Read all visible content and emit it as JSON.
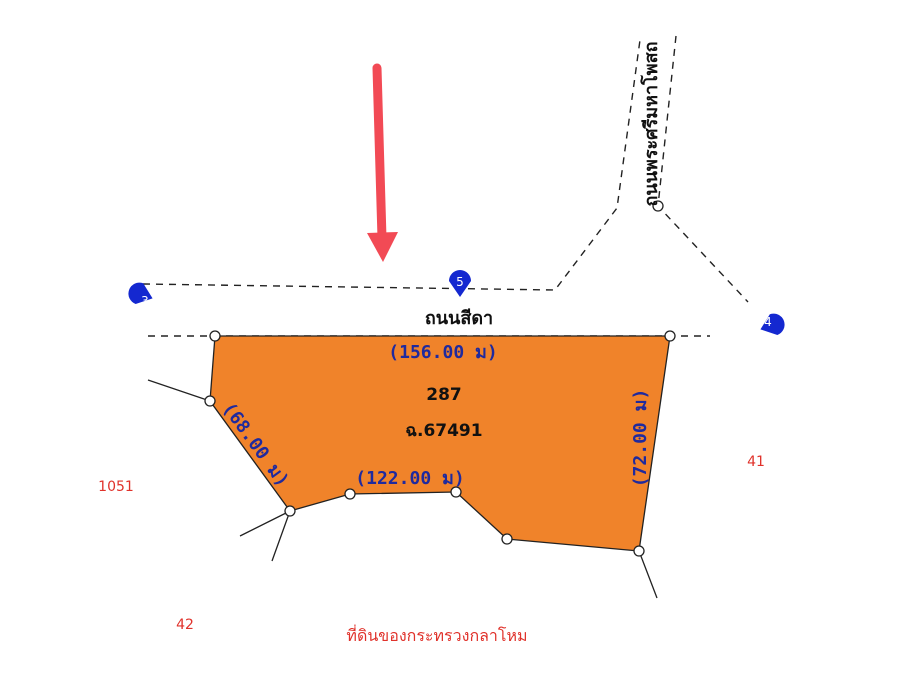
{
  "roads": {
    "main": "ถนนสีดา",
    "branch": "ถนนพระศรีมหาโพสถ"
  },
  "parcel": {
    "number": "287",
    "deed": "ฉ.67491",
    "fill_color": "#F0832A",
    "dimensions": {
      "top": "(156.00 ม)",
      "right": "(72.00 ม)",
      "bottom": "(122.00 ม)",
      "left": "(68.00 ม)"
    }
  },
  "neighbors": {
    "left": "1051",
    "right": "41",
    "bottom_left": "42",
    "bottom_owner": "ที่ดินของกระทรวงกลาโหม"
  },
  "markers": [
    "3",
    "5",
    "4"
  ],
  "colors": {
    "dimension_text": "#1F2A9E",
    "neighbor_text": "#E0322B",
    "marker": "#1428D0",
    "arrow": "#F24A55"
  }
}
